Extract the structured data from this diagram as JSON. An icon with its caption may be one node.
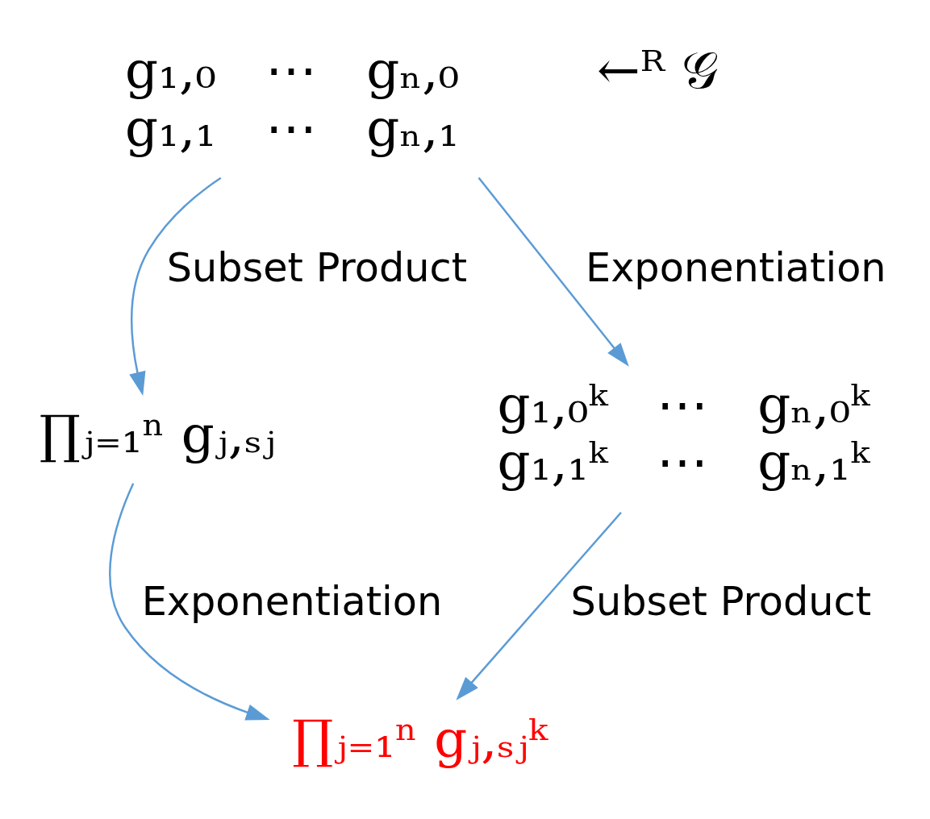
{
  "diagram": {
    "nodes": [
      {
        "text": [
          "g₁,₀   ⋯   gₙ,₀",
          "g₁,₁   ⋯   gₙ,₁"
        ],
        "beside": [
          "←ᴿ 𝒢"
        ]
      },
      {
        "text": [
          "∏ⱼ₌₁ⁿ gⱼ,ₛⱼ"
        ]
      },
      {
        "text": [
          "g₁,₀ᵏ   ⋯   gₙ,₀ᵏ",
          "g₁,₁ᵏ   ⋯   gₙ,₁ᵏ"
        ]
      },
      {
        "text": [
          "∏ⱼ₌₁ⁿ gⱼ,ₛⱼᵏ"
        ]
      }
    ],
    "edges": [
      {
        "from": 0,
        "to": 1,
        "arrow": "to",
        "label": "Subset Product"
      },
      {
        "from": 0,
        "to": 2,
        "arrow": "to",
        "label": "Exponentiation"
      },
      {
        "from": 1,
        "to": 3,
        "arrow": "to",
        "label": "Exponentiation"
      },
      {
        "from": 2,
        "to": 3,
        "arrow": "to",
        "label": "Subset Product"
      }
    ]
  }
}
